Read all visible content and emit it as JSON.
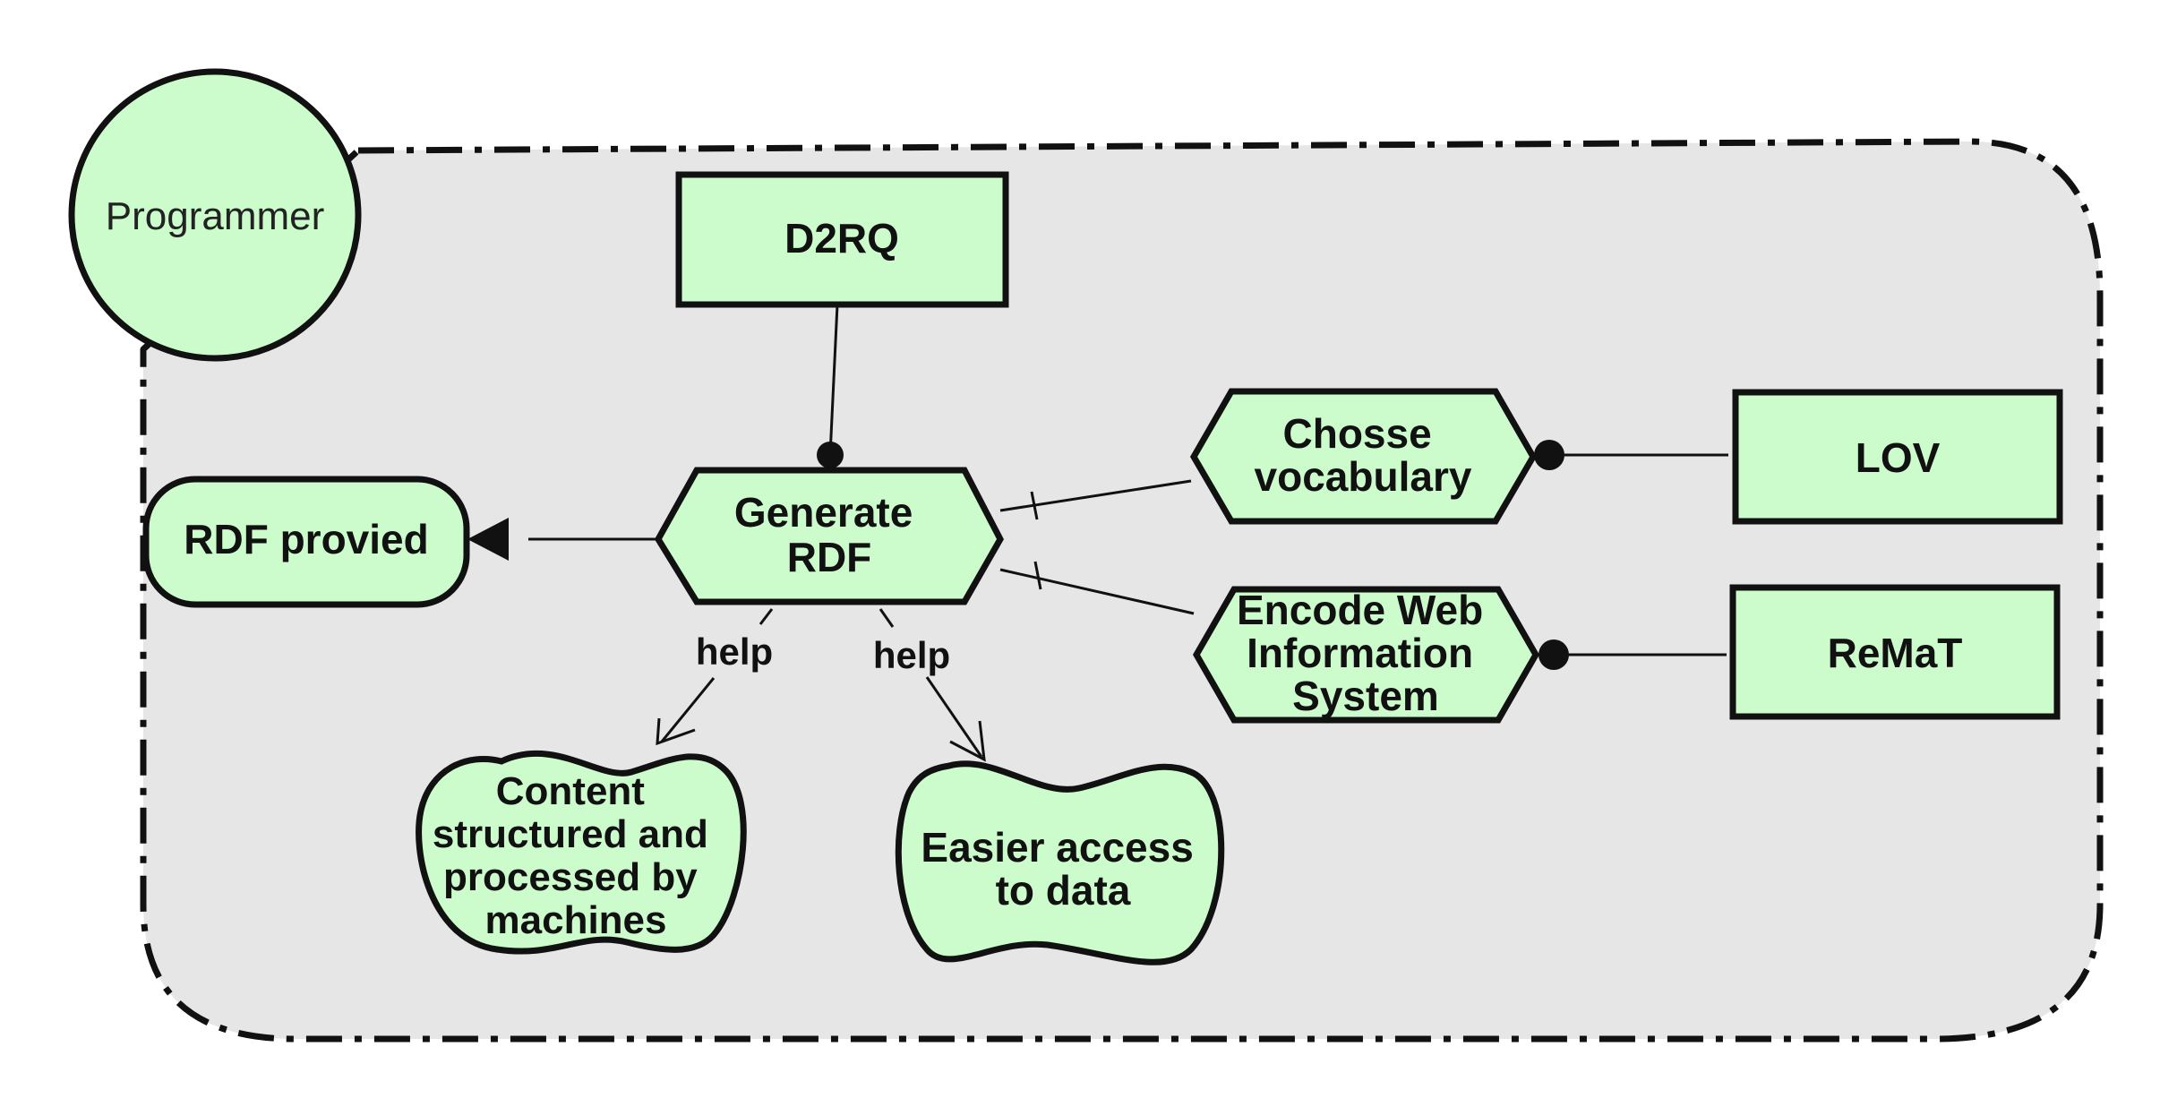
{
  "actor": {
    "label": "Programmer"
  },
  "nodes": {
    "d2rq": "D2RQ",
    "generate_rdf": [
      "Generate",
      "RDF"
    ],
    "rdf_provided": "RDF provied",
    "choose_vocabulary": [
      "Chosse",
      "vocabulary"
    ],
    "encode_web": [
      "Encode Web",
      "Information",
      "System"
    ],
    "lov": "LOV",
    "remat": "ReMaT",
    "content_structured": [
      "Content",
      "structured and",
      "processed by",
      "machines"
    ],
    "easier_access": [
      "Easier access",
      "to data"
    ]
  },
  "links": {
    "help_left": "help",
    "help_right": "help"
  },
  "colors": {
    "node_fill": "#ccfccc",
    "boundary_fill": "#e6e6e6",
    "stroke": "#111111"
  }
}
